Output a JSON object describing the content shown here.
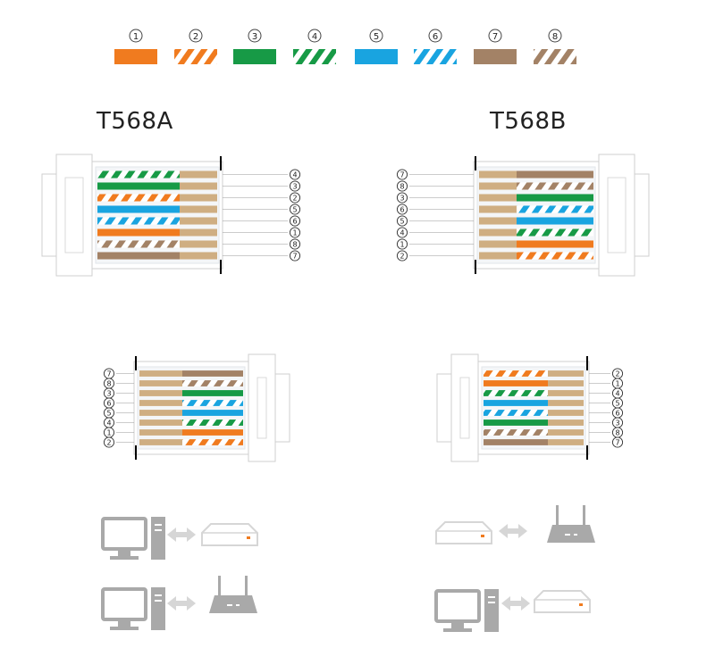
{
  "colors": {
    "orange": "#f07b1f",
    "green": "#179a46",
    "blue": "#19a4e0",
    "brown": "#a38266",
    "gold": "#cfae82",
    "line": "#000000",
    "outline": "#cfcfcf",
    "device": "#a9a9a9",
    "device_light": "#d6d6d6"
  },
  "legend": [
    {
      "num": "1",
      "color": "orange",
      "striped": false
    },
    {
      "num": "2",
      "color": "orange",
      "striped": true
    },
    {
      "num": "3",
      "color": "green",
      "striped": false
    },
    {
      "num": "4",
      "color": "green",
      "striped": true
    },
    {
      "num": "5",
      "color": "blue",
      "striped": false
    },
    {
      "num": "6",
      "color": "blue",
      "striped": true
    },
    {
      "num": "7",
      "color": "brown",
      "striped": false
    },
    {
      "num": "8",
      "color": "brown",
      "striped": true
    }
  ],
  "standards": {
    "a_title": "T568A",
    "b_title": "T568B"
  },
  "connectors": {
    "top_left": {
      "wires": [
        {
          "num": "4",
          "color": "green",
          "striped": true
        },
        {
          "num": "3",
          "color": "green",
          "striped": false
        },
        {
          "num": "2",
          "color": "orange",
          "striped": true
        },
        {
          "num": "5",
          "color": "blue",
          "striped": false
        },
        {
          "num": "6",
          "color": "blue",
          "striped": true
        },
        {
          "num": "1",
          "color": "orange",
          "striped": false
        },
        {
          "num": "8",
          "color": "brown",
          "striped": true
        },
        {
          "num": "7",
          "color": "brown",
          "striped": false
        }
      ]
    },
    "top_right": {
      "wires": [
        {
          "num": "7",
          "color": "brown",
          "striped": false
        },
        {
          "num": "8",
          "color": "brown",
          "striped": true
        },
        {
          "num": "3",
          "color": "green",
          "striped": false
        },
        {
          "num": "6",
          "color": "blue",
          "striped": true
        },
        {
          "num": "5",
          "color": "blue",
          "striped": false
        },
        {
          "num": "4",
          "color": "green",
          "striped": true
        },
        {
          "num": "1",
          "color": "orange",
          "striped": false
        },
        {
          "num": "2",
          "color": "orange",
          "striped": true
        }
      ]
    },
    "bottom_left": {
      "wires": [
        {
          "num": "7",
          "color": "brown",
          "striped": false
        },
        {
          "num": "8",
          "color": "brown",
          "striped": true
        },
        {
          "num": "3",
          "color": "green",
          "striped": false
        },
        {
          "num": "6",
          "color": "blue",
          "striped": true
        },
        {
          "num": "5",
          "color": "blue",
          "striped": false
        },
        {
          "num": "4",
          "color": "green",
          "striped": true
        },
        {
          "num": "1",
          "color": "orange",
          "striped": false
        },
        {
          "num": "2",
          "color": "orange",
          "striped": true
        }
      ]
    },
    "bottom_right": {
      "wires": [
        {
          "num": "2",
          "color": "orange",
          "striped": true
        },
        {
          "num": "1",
          "color": "orange",
          "striped": false
        },
        {
          "num": "4",
          "color": "green",
          "striped": true
        },
        {
          "num": "5",
          "color": "blue",
          "striped": false
        },
        {
          "num": "6",
          "color": "blue",
          "striped": true
        },
        {
          "num": "3",
          "color": "green",
          "striped": false
        },
        {
          "num": "8",
          "color": "brown",
          "striped": true
        },
        {
          "num": "7",
          "color": "brown",
          "striped": false
        }
      ]
    }
  },
  "devices": {
    "left_top": [
      "computer-icon",
      "arrow-icon",
      "switch-icon"
    ],
    "left_bottom": [
      "computer-icon",
      "arrow-icon",
      "router-icon"
    ],
    "right_top": [
      "switch-icon",
      "arrow-icon",
      "router-icon"
    ],
    "right_bottom": [
      "computer-icon",
      "arrow-icon",
      "switch-icon"
    ]
  }
}
